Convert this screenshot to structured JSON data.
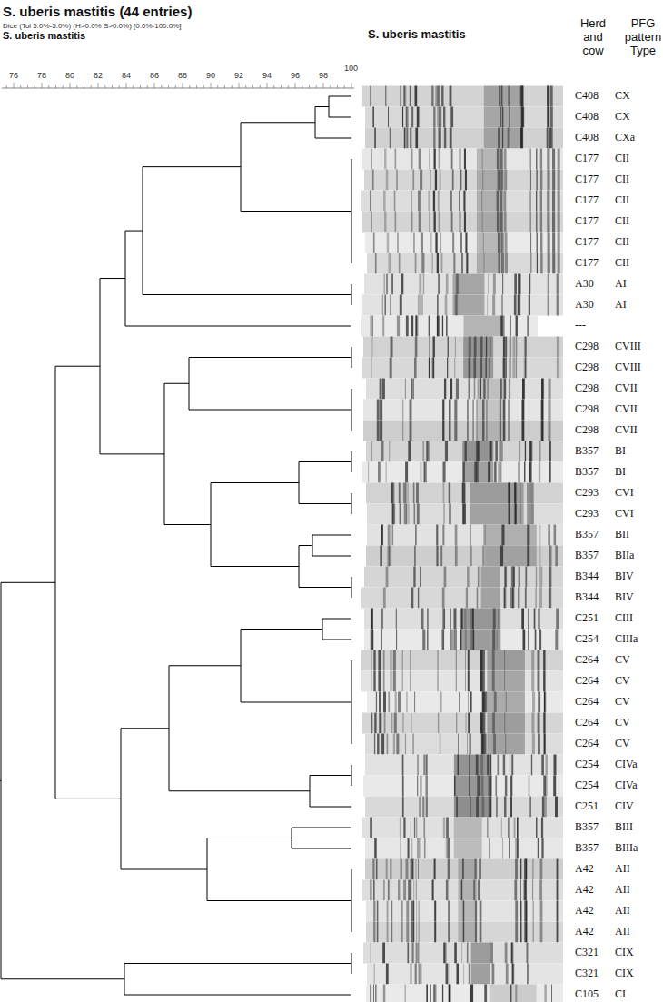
{
  "diagram": {
    "title": "S. uberis mastitis (44 entries)",
    "labels": [
      "Dice (Tol 5.0%-5.0%) (H>0.0% S>0.0%) [0.0%-100.0%]",
      "S. uberis mastitis",
      "76",
      "78",
      "80",
      "82",
      "84",
      "86",
      "88",
      "90",
      "92",
      "94",
      "96",
      "98",
      "100",
      "S. uberis mastitis",
      "Herd and cow",
      "PFG pattern Type",
      "C408",
      "CX",
      "C408",
      "CX",
      "C408",
      "CXa",
      "C177",
      "CII",
      "C177",
      "CII",
      "C177",
      "CII",
      "C177",
      "CII",
      "C177",
      "CII",
      "C177",
      "CII",
      "A30",
      "AI",
      "A30",
      "AI",
      "---",
      "C298",
      "CVIII",
      "C298",
      "CVIII",
      "C298",
      "CVII",
      "C298",
      "CVII",
      "C298",
      "CVII",
      "B357",
      "BI",
      "B357",
      "BI",
      "C293",
      "CVI",
      "C293",
      "CVI",
      "B357",
      "BII",
      "B357",
      "BIIa",
      "B344",
      "BIV",
      "B344",
      "BIV",
      "C251",
      "CIII",
      "C254",
      "CIIIa",
      "C264",
      "CV",
      "C264",
      "CV",
      "C264",
      "CV",
      "C264",
      "CV",
      "C264",
      "CV",
      "C254",
      "CIVa",
      "C254",
      "CIVa",
      "C251",
      "CIV",
      "B357",
      "BIII",
      "B357",
      "BIIIa",
      "A42",
      "AII",
      "A42",
      "AII",
      "A42",
      "AII",
      "A42",
      "AII",
      "C321",
      "CIX",
      "C321",
      "CIX",
      "C105",
      "CI"
    ]
  }
}
